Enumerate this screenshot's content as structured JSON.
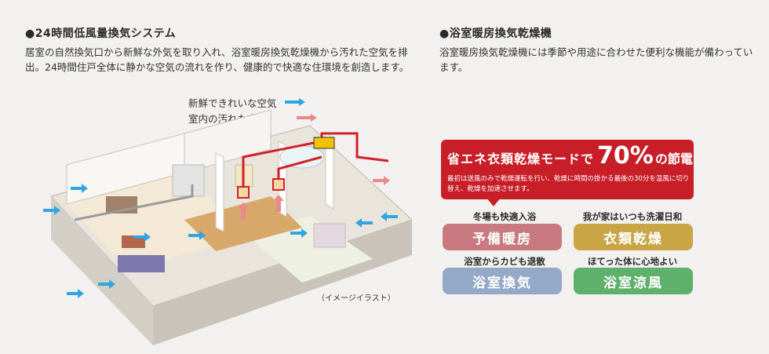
{
  "left": {
    "title": "●24時間低風量換気システム",
    "description": "居室の自然換気口から新鮮な外気を取り入れ、浴室暖房換気乾燥機から汚れた空気を排出。24時間住戸全体に静かな空気の流れを作り、健康的で快適な住環境を創造します。",
    "legend": {
      "fresh_air": "新鮮できれいな空気",
      "dirty_air": "室内の汚れた空気",
      "fresh_color": "#2fa6e0",
      "dirty_color": "#e88a8a"
    },
    "caption": "（イメージイラスト）"
  },
  "right": {
    "title": "●浴室暖房換気乾燥機",
    "description": "浴室暖房換気乾燥機には季節や用途に合わせた便利な機能が備わっています。",
    "banner": {
      "lead": "省エネ衣類乾燥モードで",
      "percent": "70%",
      "tail": "の節電",
      "body": "最初は送風のみで乾燥運転を行い、乾燥に時間の掛かる最後の30分を温風に切り替え、乾燥を加速させます。",
      "color": "#c81e28"
    },
    "features": [
      {
        "label": "冬場も快適入浴",
        "name": "予備暖房",
        "color": "#c97a80"
      },
      {
        "label": "我が家はいつも洗濯日和",
        "name": "衣類乾燥",
        "color": "#c9a546"
      },
      {
        "label": "浴室からカビも退散",
        "name": "浴室換気",
        "color": "#94a8c8"
      },
      {
        "label": "ほてった体に心地よい",
        "name": "浴室涼風",
        "color": "#5fb06a"
      }
    ]
  }
}
